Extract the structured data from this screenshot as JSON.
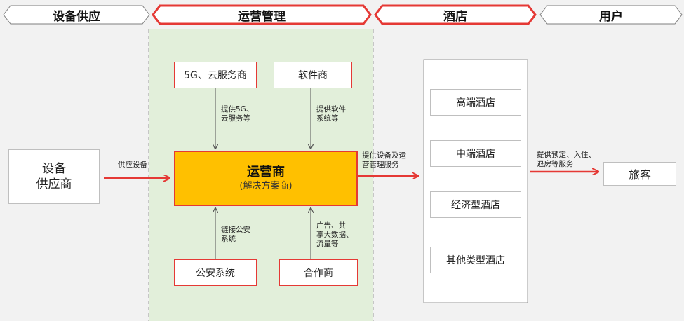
{
  "headers": [
    "设备供应",
    "运营管理",
    "酒店",
    "用户"
  ],
  "supplier": {
    "line1": "设备",
    "line2": "供应商"
  },
  "operator": {
    "title": "运营商",
    "subtitle": "(解决方案商)"
  },
  "partners": {
    "cloud": "5G、云服务商",
    "software": "软件商",
    "police": "公安系统",
    "cooperation": "合作商"
  },
  "hotels": [
    "高端酒店",
    "中端酒店",
    "经济型酒店",
    "其他类型酒店"
  ],
  "traveler": "旅客",
  "arrow_labels": {
    "supply": "供应设备",
    "cloud_line1": "提供5G、",
    "cloud_line2": "云服务等",
    "software_line1": "提供软件",
    "software_line2": "系统等",
    "police_line1": "链接公安",
    "police_line2": "系统",
    "coop_line1": "广告、共",
    "coop_line2": "享大数据、",
    "coop_line3": "流量等",
    "ops_line1": "提供设备及运",
    "ops_line2": "营管理服务",
    "user_line1": "提供预定、入住、",
    "user_line2": "退房等服务"
  },
  "colors": {
    "accent_red": "#e53935",
    "operator_fill": "#ffc000",
    "ops_area": "#e2efda",
    "background": "#f2f2f2"
  }
}
